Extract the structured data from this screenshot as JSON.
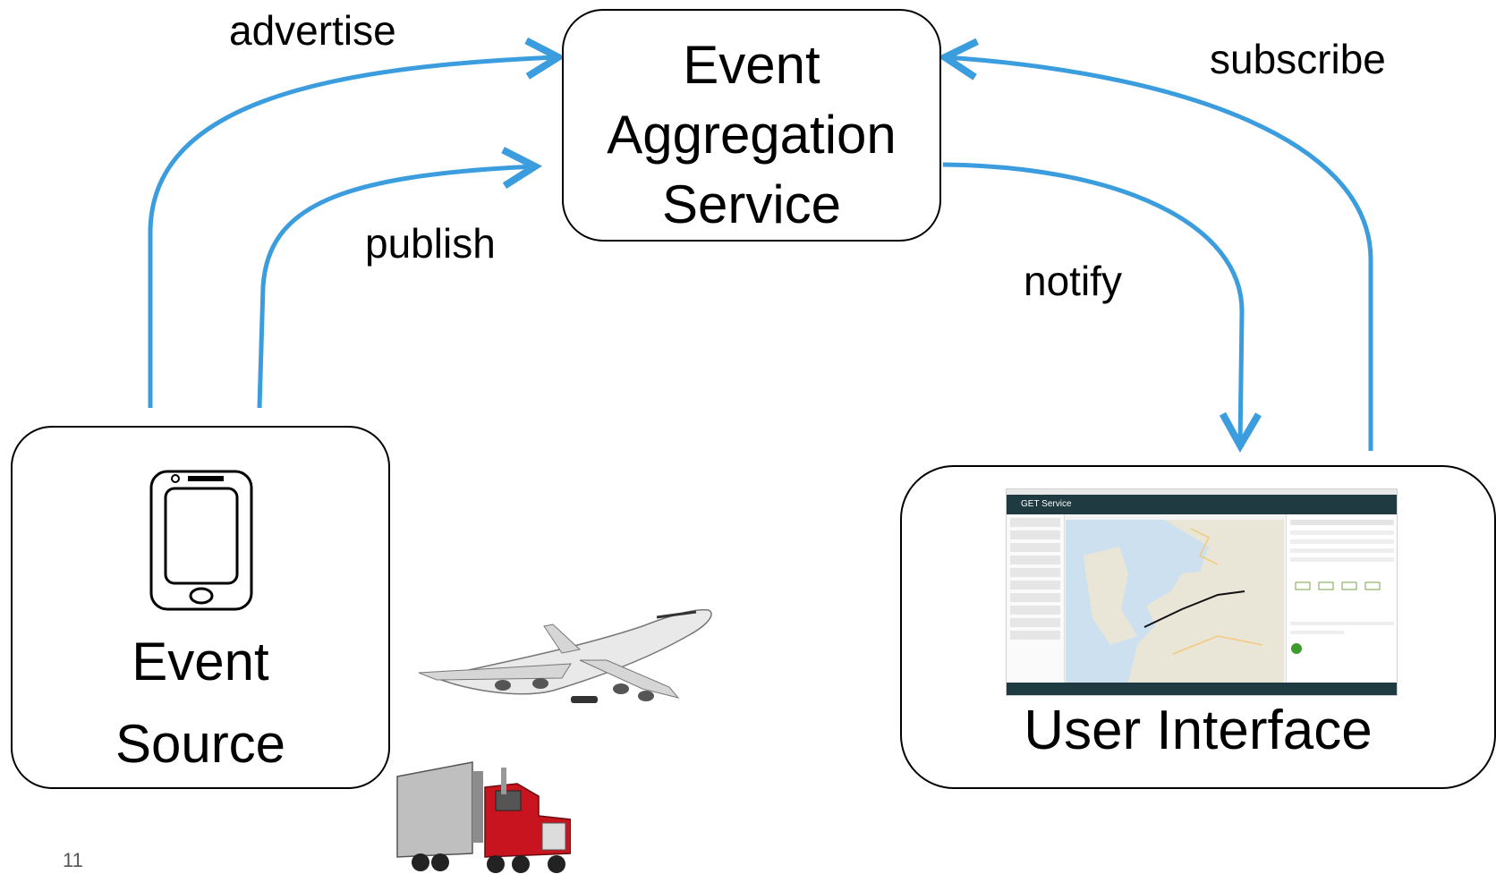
{
  "nodes": {
    "aggregation": {
      "title": "Event\nAggregation\nService"
    },
    "source": {
      "title": "Event\nSource"
    },
    "ui": {
      "title": "User Interface",
      "screenshot_header": "GET Service"
    }
  },
  "edges": {
    "advertise": "advertise",
    "publish": "publish",
    "notify": "notify",
    "subscribe": "subscribe"
  },
  "slide_number": "11",
  "icons": [
    "smartphone-icon",
    "airplane-icon",
    "truck-icon",
    "arrow-icon"
  ],
  "colors": {
    "arrow": "#3b9ddd",
    "node_border": "#000000",
    "ui_header": "#1f3a40",
    "truck_cab": "#c8141e"
  }
}
